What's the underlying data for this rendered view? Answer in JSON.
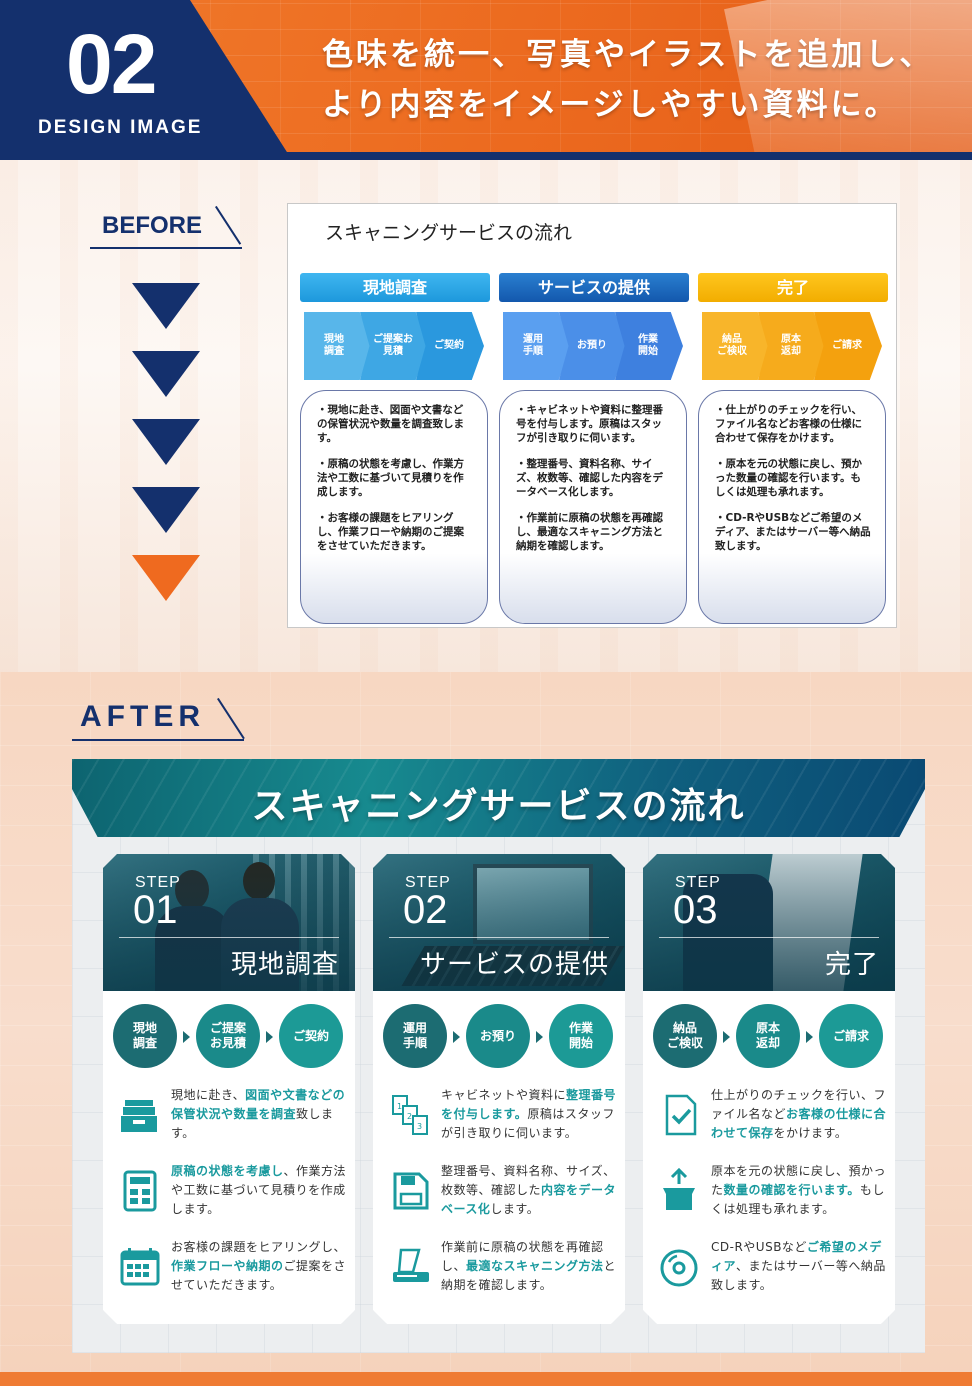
{
  "header": {
    "number": "02",
    "subtitle": "DESIGN IMAGE",
    "title_line1": "色味を統一、写真やイラストを追加し、",
    "title_line2": "より内容をイメージしやすい資料に。"
  },
  "before": {
    "label": "BEFORE",
    "slide_title": "スキャニングサービスの流れ",
    "columns": [
      {
        "head": "現地調査",
        "chevrons": [
          "現地\n調査",
          "ご提案お\n見積",
          "ご契約"
        ],
        "paragraphs": [
          "・現地に赴き、図面や文書などの保管状況や数量を調査致します。",
          "・原稿の状態を考慮し、作業方法や工数に基づいて見積りを作成します。",
          "・お客様の課題をヒアリングし、作業フローや納期のご提案をさせていただきます。"
        ]
      },
      {
        "head": "サービスの提供",
        "chevrons": [
          "運用\n手順",
          "お預り",
          "作業\n開始"
        ],
        "paragraphs": [
          "・キャビネットや資料に整理番号を付与します。原稿はスタッフが引き取りに伺います。",
          "・整理番号、資料名称、サイズ、枚数等、確認した内容をデータベース化します。",
          "・作業前に原稿の状態を再確認し、最適なスキャニング方法と納期を確認します。"
        ]
      },
      {
        "head": "完了",
        "chevrons": [
          "納品\nご検収",
          "原本\n返却",
          "ご請求"
        ],
        "paragraphs": [
          "・仕上がりのチェックを行い、ファイル名などお客様の仕様に合わせて保存をかけます。",
          "・原本を元の状態に戻し、預かった数量の確認を行います。もしくは処理も承れます。",
          "・CD-RやUSBなどご希望のメディア、またはサーバー等へ納品致します。"
        ]
      }
    ]
  },
  "after": {
    "label": "AFTER",
    "slide_title": "スキャニングサービスの流れ",
    "step_label": "STEP",
    "steps": [
      {
        "num": "01",
        "name": "現地調査",
        "circles": [
          "現地\n調査",
          "ご提案\nお見積",
          "ご契約"
        ],
        "items": [
          {
            "icon": "archive-box-icon",
            "pre": "現地に赴き、",
            "hl": "図面や文書などの保管状況や数量を調査",
            "post": "致します。"
          },
          {
            "icon": "calculator-icon",
            "pre": "",
            "hl": "原稿の状態を考慮し",
            "post": "、作業方法や工数に基づいて見積りを作成します。"
          },
          {
            "icon": "calendar-icon",
            "pre": "お客様の課題をヒアリングし、",
            "hl": "作業フローや納期の",
            "post": "ご提案をさせていただきます。"
          }
        ]
      },
      {
        "num": "02",
        "name": "サービスの提供",
        "circles": [
          "運用\n手順",
          "お預り",
          "作業\n開始"
        ],
        "items": [
          {
            "icon": "numbered-files-icon",
            "pre": "キャビネットや資料に",
            "hl": "整理番号を付与します。",
            "post": "原稿はスタッフが引き取りに伺います。"
          },
          {
            "icon": "database-icon",
            "pre": "整理番号、資料名称、サイズ、 枚数等、確認した",
            "hl": "内容をデータベース化",
            "post": "します。"
          },
          {
            "icon": "scanner-icon",
            "pre": "作業前に原稿の状態を再確認し、",
            "hl": "最適なスキャニング方法",
            "post": "と納期を確認します。"
          }
        ]
      },
      {
        "num": "03",
        "name": "完了",
        "circles": [
          "納品\nご検収",
          "原本\n返却",
          "ご請求"
        ],
        "items": [
          {
            "icon": "checked-document-icon",
            "pre": "仕上がりのチェックを行い、ファイル名など",
            "hl": "お客様の仕様に合わせて保存",
            "post": "をかけます。"
          },
          {
            "icon": "return-box-icon",
            "pre": "原本を元の状態に戻し、預かった",
            "hl": "数量の確認を行います。",
            "post": "もしくは処理も承れます。"
          },
          {
            "icon": "disc-icon",
            "pre": "CD-RやUSBなど",
            "hl": "ご希望のメディア",
            "post": "、またはサーバー等へ納品致します。"
          }
        ]
      }
    ]
  },
  "colors": {
    "navy": "#14306d",
    "orange": "#ef6a1f",
    "teal": "#1a9a9e",
    "before_head_1": "#1fa3e6",
    "before_head_2": "#1464b8",
    "before_head_3": "#f4b400"
  }
}
